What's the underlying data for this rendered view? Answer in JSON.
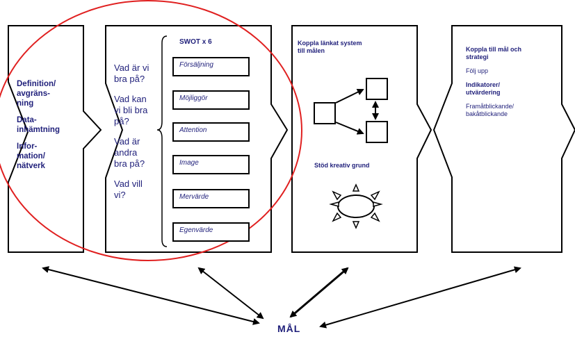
{
  "col1": {
    "lines": [
      "Definition/",
      "avgräns-",
      "ning",
      "Data-",
      "inhämtning",
      "Infor-",
      "mation/",
      "nätverk"
    ]
  },
  "col2": {
    "questions": [
      "Vad är vi",
      "bra på?",
      "Vad kan",
      "vi bli bra",
      "på?",
      "Vad är",
      "andra",
      "bra på?",
      "Vad vill",
      "vi?"
    ],
    "swot_title": "SWOT x 6",
    "swot_items": [
      "Försäljning",
      "Möjliggör",
      "Attention",
      "Image",
      "Mervärde",
      "Egenvärde"
    ]
  },
  "col3": {
    "title_lines": [
      "Koppla länkat system",
      "till målen"
    ],
    "subtitle": "Stöd kreativ grund"
  },
  "col4": {
    "title_lines": [
      "Koppla till mål och",
      "strategi"
    ],
    "follow": "Följ upp",
    "indicator_lines": [
      "Indikatorer/",
      "utvärdering"
    ],
    "looking_lines": [
      "Framåtblickande/",
      "bakåtblickande"
    ]
  },
  "goal": "MÅL",
  "colors": {
    "text": "#1f1f7a",
    "circle": "#e02020",
    "lines": "#000000"
  }
}
